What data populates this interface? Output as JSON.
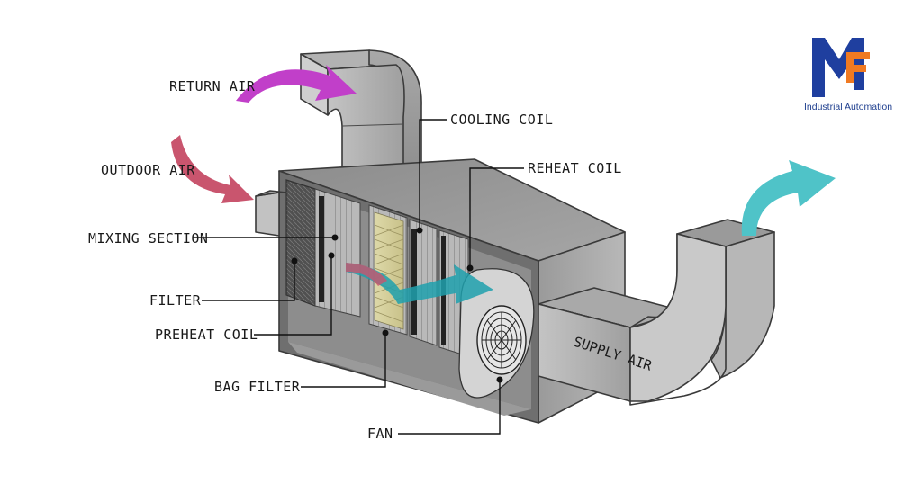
{
  "labels": {
    "return_air": "RETURN AIR",
    "outdoor_air": "OUTDOOR AIR",
    "mixing_section": "MIXING SECTION",
    "filter": "FILTER",
    "preheat_coil": "PREHEAT COIL",
    "bag_filter": "BAG FILTER",
    "fan": "FAN",
    "cooling_coil": "COOLING COIL",
    "reheat_coil": "REHEAT COIL",
    "supply_air": "SUPPLY AIR"
  },
  "logo": {
    "caption": "Industrial Automation"
  },
  "colors": {
    "return_arrow": "#c13fc9",
    "outdoor_arrow": "#c9556e",
    "supply_arrow": "#4fc3c8",
    "internal_arrow": "#1fa0ad",
    "logo_blue": "#1f3f9f",
    "logo_orange": "#f07a22"
  }
}
